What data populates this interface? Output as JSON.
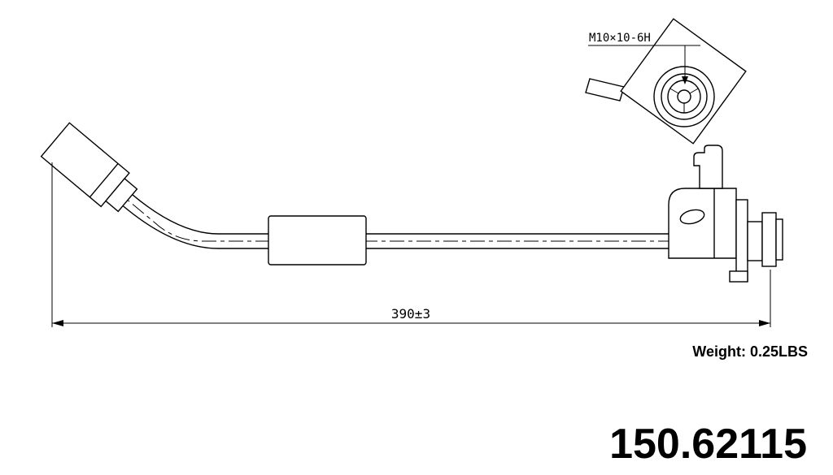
{
  "detail_view": {
    "thread_label": "M10×10-6H"
  },
  "dimension": {
    "length_label": "390±3"
  },
  "annotations": {
    "weight_label": "Weight: 0.25LBS",
    "part_number": "150.62115"
  }
}
